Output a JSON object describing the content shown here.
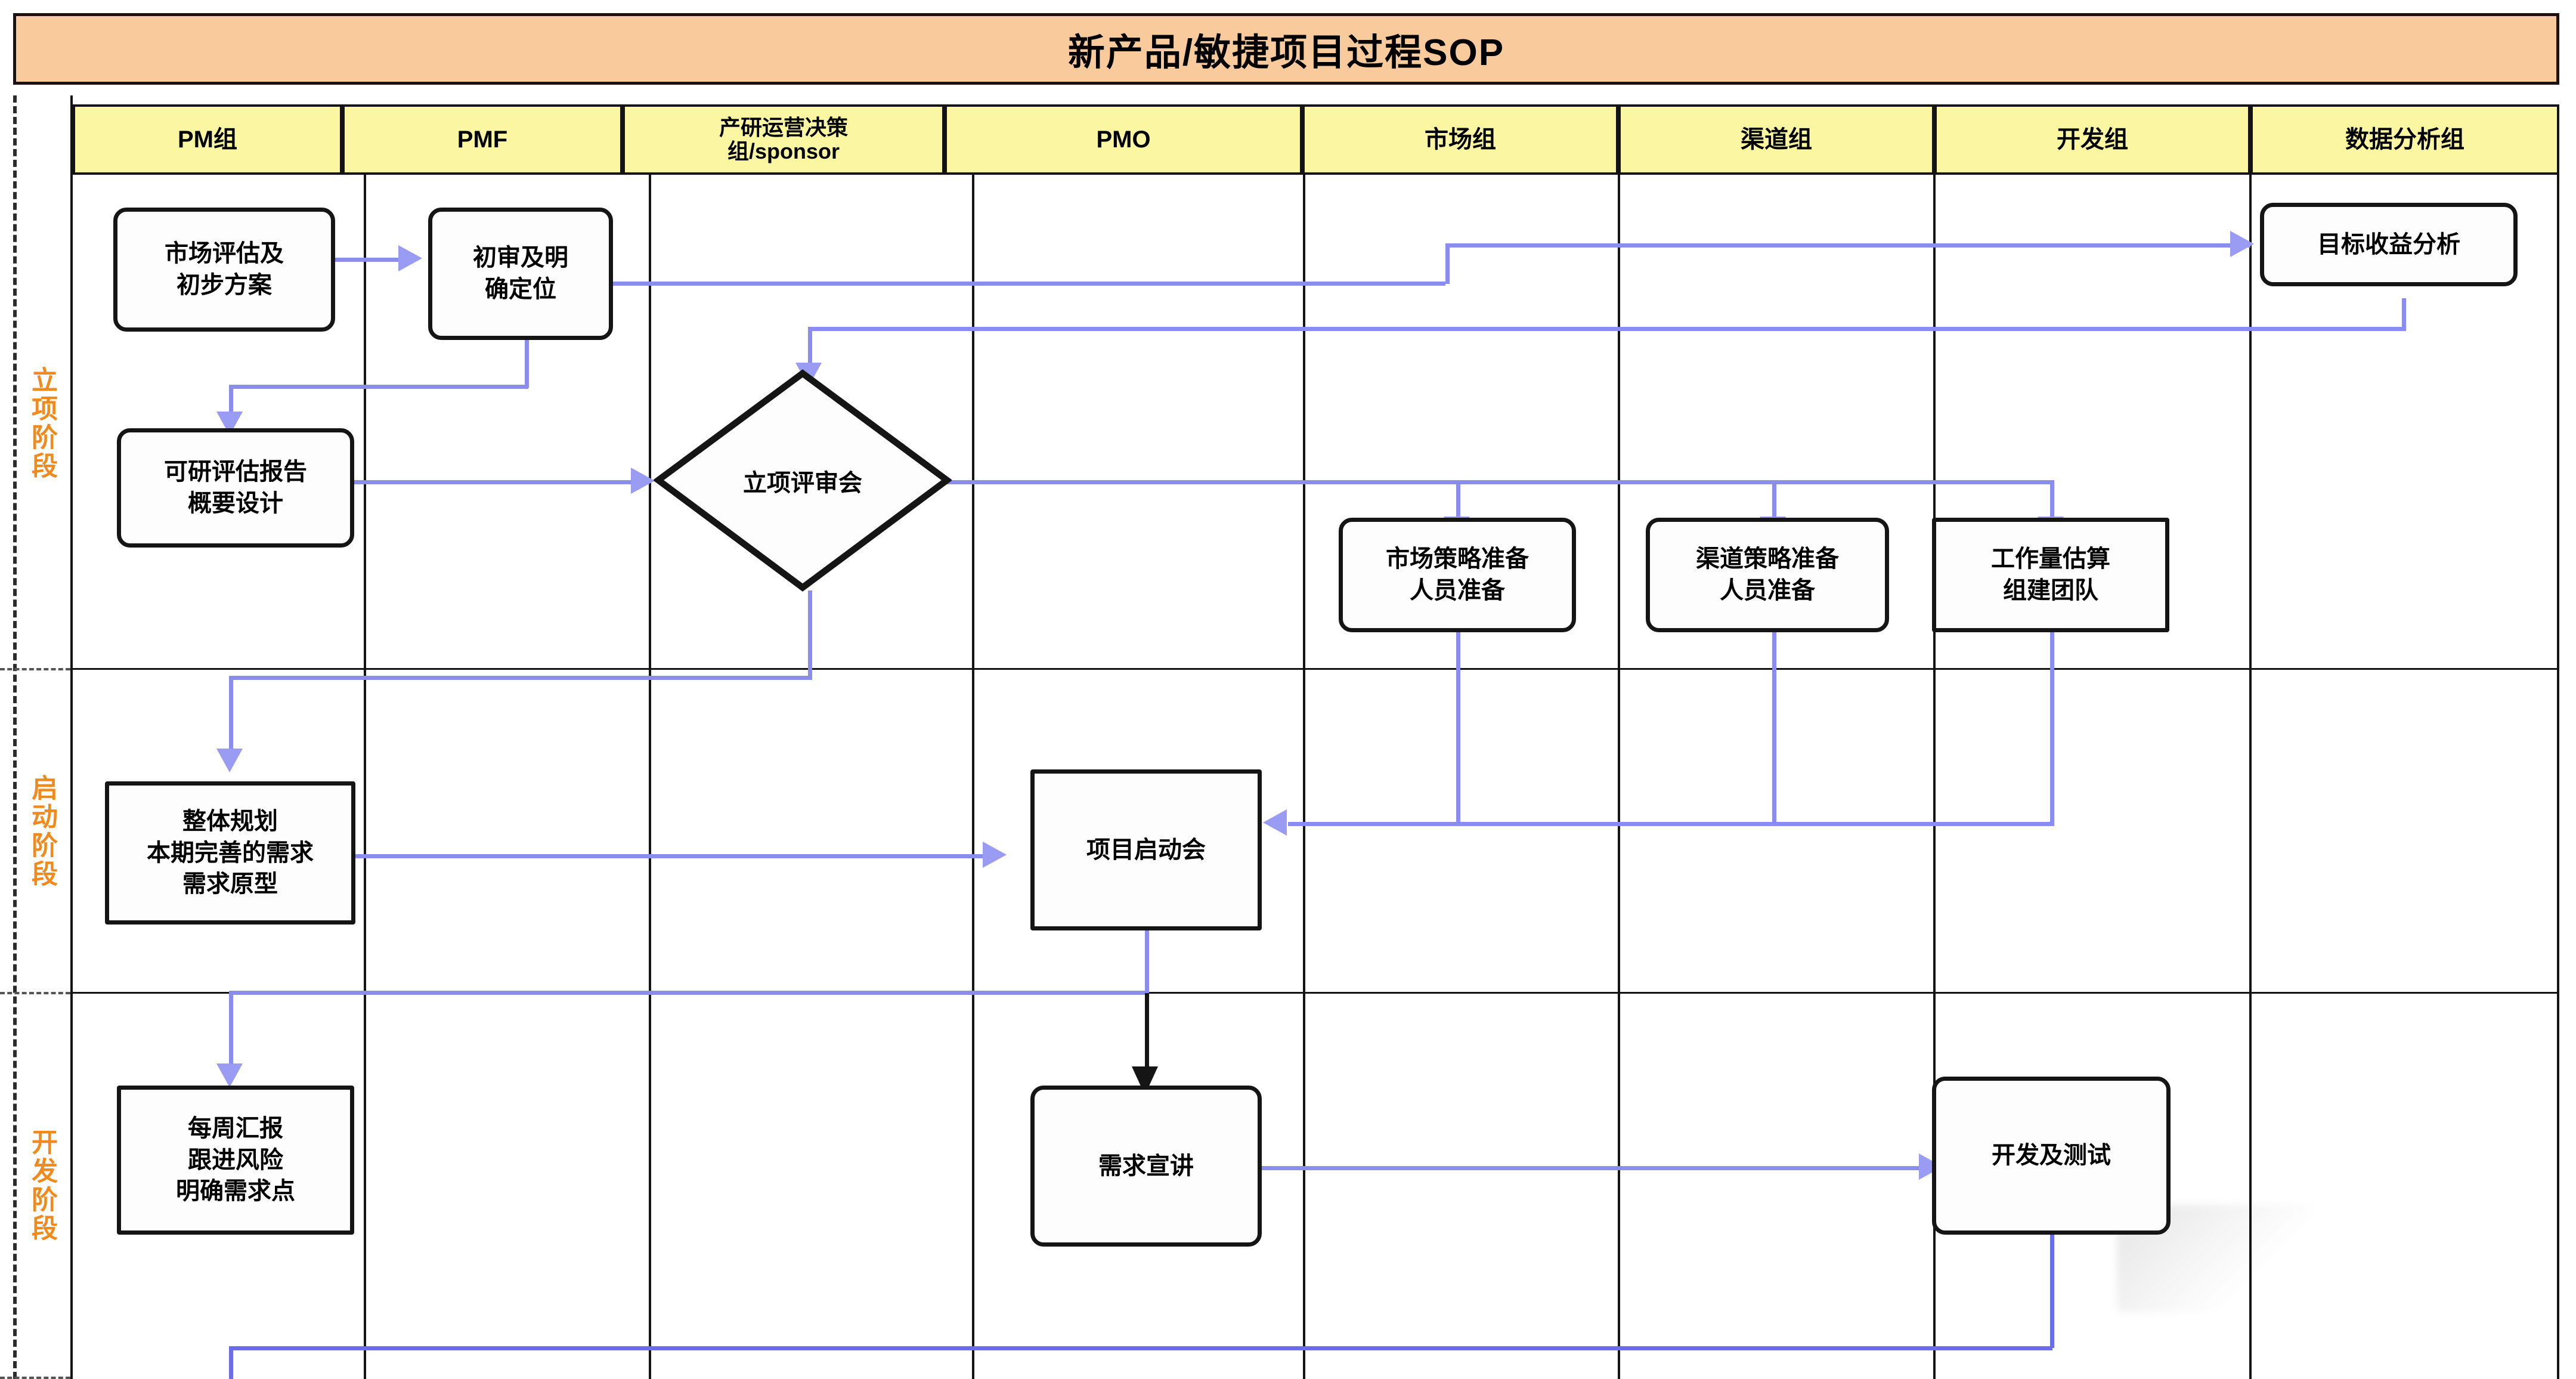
{
  "title": "新产品/敏捷项目过程SOP",
  "lanes": [
    {
      "id": "pm",
      "label": "PM组"
    },
    {
      "id": "pmf",
      "label": "PMF"
    },
    {
      "id": "sponsor",
      "label": "产研运营决策组/sponsor",
      "line1": "产研运营决策",
      "line2": "组/sponsor"
    },
    {
      "id": "pmo",
      "label": "PMO"
    },
    {
      "id": "market",
      "label": "市场组"
    },
    {
      "id": "channel",
      "label": "渠道组"
    },
    {
      "id": "dev",
      "label": "开发组"
    },
    {
      "id": "data",
      "label": "数据分析组"
    }
  ],
  "phases": [
    {
      "id": "initiation",
      "label": "立项阶段"
    },
    {
      "id": "kickoff",
      "label": "启动阶段"
    },
    {
      "id": "development",
      "label": "开发阶段"
    }
  ],
  "nodes": [
    {
      "id": "market-eval",
      "lane": "pm",
      "phase": "initiation",
      "shape": "rounded-rect",
      "lines": [
        "市场评估及",
        "初步方案"
      ]
    },
    {
      "id": "first-review",
      "lane": "pmf",
      "phase": "initiation",
      "shape": "rounded-rect",
      "lines": [
        "初审及明",
        "确定位"
      ]
    },
    {
      "id": "feasibility",
      "lane": "pm",
      "phase": "initiation",
      "shape": "rounded-rect",
      "lines": [
        "可研评估报告",
        "概要设计"
      ]
    },
    {
      "id": "project-review-meeting",
      "lane": "sponsor",
      "phase": "initiation",
      "shape": "diamond",
      "lines": [
        "立项评审会"
      ]
    },
    {
      "id": "target-benefit",
      "lane": "data",
      "phase": "initiation",
      "shape": "rounded-rect",
      "lines": [
        "目标收益分析"
      ]
    },
    {
      "id": "market-strategy",
      "lane": "market",
      "phase": "initiation",
      "shape": "rounded-rect",
      "lines": [
        "市场策略准备",
        "人员准备"
      ]
    },
    {
      "id": "channel-strategy",
      "lane": "channel",
      "phase": "initiation",
      "shape": "rounded-rect",
      "lines": [
        "渠道策略准备",
        "人员准备"
      ]
    },
    {
      "id": "workload-estimate",
      "lane": "dev",
      "phase": "initiation",
      "shape": "rect",
      "lines": [
        "工作量估算",
        "组建团队"
      ]
    },
    {
      "id": "overall-plan",
      "lane": "pm",
      "phase": "kickoff",
      "shape": "rect",
      "lines": [
        "整体规划",
        "本期完善的需求",
        "需求原型"
      ]
    },
    {
      "id": "kickoff-meeting",
      "lane": "pmo",
      "phase": "kickoff",
      "shape": "rect",
      "lines": [
        "项目启动会"
      ]
    },
    {
      "id": "weekly-report",
      "lane": "pm",
      "phase": "development",
      "shape": "rect",
      "lines": [
        "每周汇报",
        "跟进风险",
        "明确需求点"
      ]
    },
    {
      "id": "requirement-briefing",
      "lane": "pmo",
      "phase": "development",
      "shape": "rounded-rect",
      "lines": [
        "需求宣讲"
      ]
    },
    {
      "id": "dev-and-test",
      "lane": "dev",
      "phase": "development",
      "shape": "rounded-rect",
      "lines": [
        "开发及测试"
      ]
    }
  ],
  "colors": {
    "title_bg": "#f9cb9c",
    "lane_header_bg": "#fbf6a2",
    "connector": "#8b8cf0",
    "phase_label": "#f08a1d",
    "border": "#151515"
  }
}
